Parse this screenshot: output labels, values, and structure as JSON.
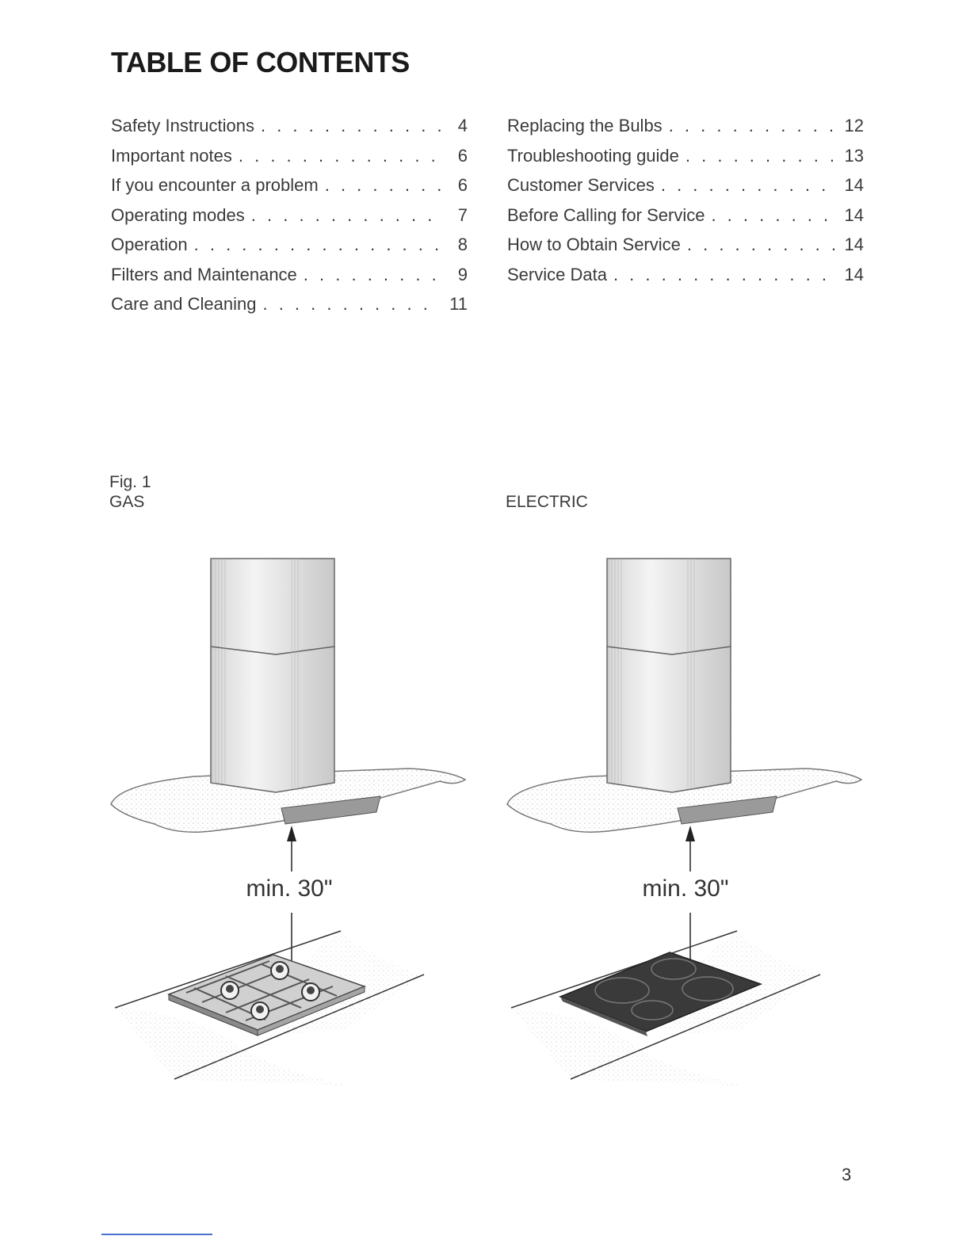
{
  "title": "TABLE OF CONTENTS",
  "toc_left": [
    {
      "label": "Safety Instructions",
      "page": "4"
    },
    {
      "label": "Important notes",
      "page": "6"
    },
    {
      "label": "If you encounter a problem",
      "page": "6"
    },
    {
      "label": "Operating modes",
      "page": "7"
    },
    {
      "label": "Operation",
      "page": "8"
    },
    {
      "label": "Filters and Maintenance",
      "page": "9"
    },
    {
      "label": "Care and Cleaning",
      "page": "11"
    }
  ],
  "toc_right": [
    {
      "label": "Replacing the Bulbs",
      "page": "12"
    },
    {
      "label": "Troubleshooting guide",
      "page": "13"
    },
    {
      "label": "Customer Services",
      "page": "14"
    },
    {
      "label": "Before Calling for Service",
      "page": "14"
    },
    {
      "label": "How to Obtain Service",
      "page": "14"
    },
    {
      "label": "Service Data",
      "page": "14"
    }
  ],
  "figure": {
    "caption": "Fig. 1",
    "gas_label": "GAS",
    "electric_label": "ELECTRIC",
    "gas_min_distance": "min. 30\"",
    "electric_min_distance": "min. 30\""
  },
  "page_number": "3"
}
